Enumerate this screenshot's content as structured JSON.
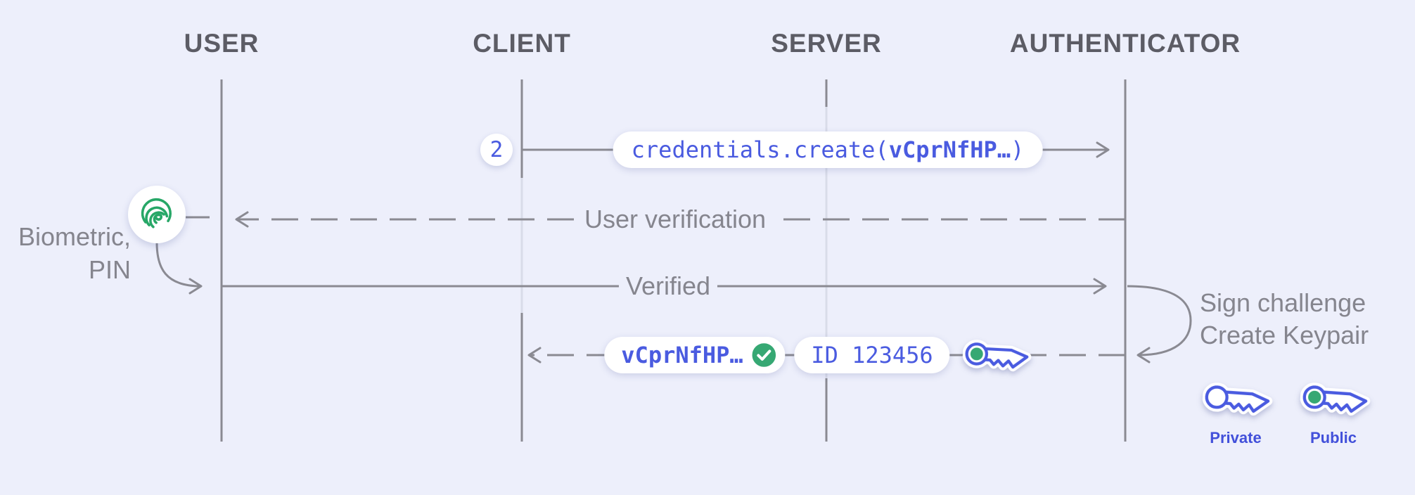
{
  "lanes": {
    "user": "USER",
    "client": "CLIENT",
    "server": "SERVER",
    "authenticator": "AUTHENTICATOR"
  },
  "flow": {
    "step_number": "2",
    "create_call": {
      "prefix": "credentials.create(",
      "argument": "vCprNfHP…",
      "suffix": ")"
    },
    "user_verification_label": "User verification",
    "verified_label": "Verified",
    "response": {
      "credential": "vCprNfHP…",
      "credential_id": "ID 123456"
    }
  },
  "annotations": {
    "user_method_line1": "Biometric,",
    "user_method_line2": "PIN",
    "authenticator_action_line1": "Sign challenge",
    "authenticator_action_line2": "Create Keypair",
    "key_private_label": "Private",
    "key_public_label": "Public"
  },
  "colors": {
    "background": "#edeffb",
    "accent_blue": "#4a5be0",
    "fingerprint_green": "#27a767",
    "check_green": "#36a873",
    "line_gray": "#8a8a92",
    "inactive_line_gray": "#d9dce9",
    "header_gray": "#5c5c65",
    "label_gray": "#85858e"
  }
}
